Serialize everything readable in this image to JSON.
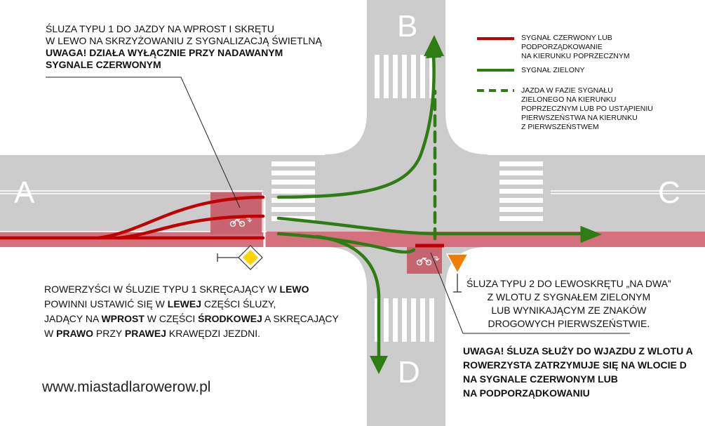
{
  "labels": {
    "a": "A",
    "b": "B",
    "c": "C",
    "d": "D"
  },
  "colors": {
    "road": "#cccccc",
    "red_lane": "#d4717c",
    "box": "#c66570",
    "red_signal": "#c00000",
    "green_signal": "#2e7d14",
    "sign_yellow": "#ffd400",
    "sign_orange": "#f07d00"
  },
  "legend": {
    "red": {
      "l1": "SYGNAŁ CZERWONY LUB",
      "l2": "PODPORZĄDKOWANIE",
      "l3": "NA KIERUNKU POPRZECZNYM"
    },
    "green": {
      "l1": "SYGNAŁ ZIELONY"
    },
    "dashed": {
      "l1": "JAZDA W FAZIE SYGNAŁU",
      "l2": "ZIELONEGO NA KIERUNKU",
      "l3": "POPRZECZNYM LUB PO USTĄPIENIU",
      "l4": "PIERWSZEŃSTWA NA KIERUNKU",
      "l5": "Z PIERWSZEŃSTWEM"
    }
  },
  "note_top": {
    "l1": "ŚLUZA TYPU 1 DO JAZDY NA WPROST I SKRĘTU",
    "l2": "W LEWO NA SKRZYŻOWANIU Z SYGNALIZACJĄ ŚWIETLNĄ",
    "l3": "UWAGA! DZIAŁA WYŁĄCZNIE PRZY NADAWANYM",
    "l4": "SYGNALE CZERWONYM"
  },
  "note_left": {
    "l1_a": "ROWERZYŚCI W ŚLUZIE TYPU 1 SKRĘCAJĄCY W ",
    "l1_b": "LEWO",
    "l2_a": "POWINNI USTAWIĆ SIĘ W ",
    "l2_b": "LEWEJ",
    "l2_c": " CZĘŚCI ŚLUZY,",
    "l3_a": "JADĄCY NA ",
    "l3_b": "WPROST",
    "l3_c": " W CZĘŚCI ",
    "l3_d": "ŚRODKOWEJ",
    "l3_e": " A SKRĘCAJĄCY",
    "l4_a": "W ",
    "l4_b": "PRAWO",
    "l4_c": " PRZY ",
    "l4_d": "PRAWEJ",
    "l4_e": " KRAWĘDZI JEZDNI."
  },
  "note_right": {
    "l1": "ŚLUZA TYPU 2 DO LEWOSKRĘTU „NA DWA”",
    "l2": "Z WLOTU Z SYGNAŁEM ZIELONYM",
    "l3": "LUB WYNIKAJĄCYM ZE ZNAKÓW",
    "l4": "DROGOWYCH PIERWSZEŃSTWIE."
  },
  "note_warning": {
    "l1": "UWAGA! ŚLUZA SŁUŻY DO WJAZDU Z WLOTU A",
    "l2": "ROWERZYSTA ZATRZYMUJE SIĘ NA WLOCIE D",
    "l3": "NA SYGNALE CZERWONYM  LUB",
    "l4": "NA PODPORZĄDKOWANIU"
  },
  "website": "www.miastadlarowerow.pl"
}
